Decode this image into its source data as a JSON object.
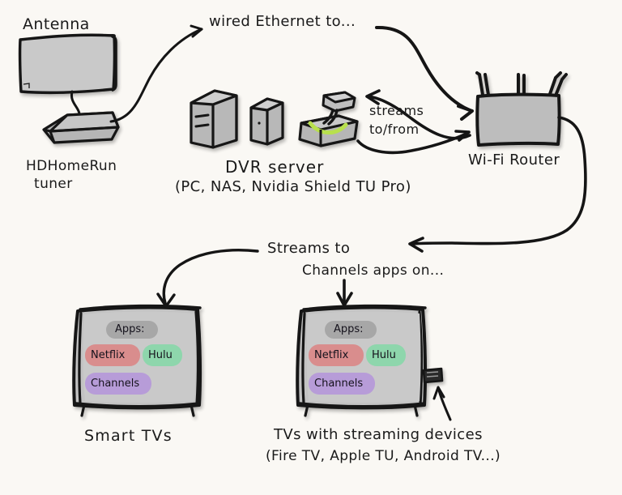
{
  "diagram": {
    "title": "Home DVR / Streaming Network Diagram",
    "style": "hand-drawn sketch",
    "background_color": "#faf8f4",
    "ink_color": "#151515",
    "device_fill": "#c3c3c3",
    "device_fill_dark": "#a9a9a9"
  },
  "labels": {
    "antenna": "Antenna",
    "wired_ethernet": "wired Ethernet to...",
    "hdhomerun_line1": "HDHomeRun",
    "hdhomerun_line2": "tuner",
    "dvr_server": "DVR server",
    "dvr_server_detail": "(PC, NAS, Nvidia Shield TU Pro)",
    "streams_line1": "streams",
    "streams_line2": "to/from",
    "wifi_router": "Wi-Fi Router",
    "streams_to": "Streams to",
    "channels_apps_on": "Channels apps on...",
    "smart_tvs": "Smart TVs",
    "tvs_with_streaming_devices": "TVs with streaming devices",
    "tvs_with_streaming_detail": "(Fire TV, Apple TU, Android TV...)"
  },
  "nodes": [
    {
      "id": "antenna",
      "name": "Antenna",
      "kind": "flat-panel-antenna"
    },
    {
      "id": "tuner",
      "name": "HDHomeRun tuner",
      "kind": "set-top-box"
    },
    {
      "id": "dvr",
      "name": "DVR server",
      "kind": "tower-pc + mini-pc + disc-device"
    },
    {
      "id": "router",
      "name": "Wi-Fi Router",
      "kind": "router-three-antennas"
    },
    {
      "id": "smart_tv",
      "name": "Smart TVs",
      "kind": "television"
    },
    {
      "id": "stick_tv",
      "name": "TVs with streaming devices",
      "kind": "television + dongle"
    }
  ],
  "edges": [
    {
      "from": "tuner",
      "to": "dvr",
      "label": "wired Ethernet to...",
      "direction": "one-way"
    },
    {
      "from": "dvr",
      "to": "router",
      "label": "streams to/from",
      "direction": "two-way"
    },
    {
      "from": "router",
      "to": "smart_tv",
      "label": "Streams to Channels apps on...",
      "direction": "one-way"
    },
    {
      "from": "router",
      "to": "stick_tv",
      "label": "Streams to Channels apps on...",
      "direction": "one-way"
    }
  ],
  "tv_screens": {
    "apps_header": "Apps:",
    "apps_header_color": "#a7a7a7",
    "apps": [
      {
        "name": "Netflix",
        "color": "#d98d8d"
      },
      {
        "name": "Hulu",
        "color": "#8ed6ac"
      },
      {
        "name": "Channels",
        "color": "#b79cd8"
      }
    ]
  }
}
